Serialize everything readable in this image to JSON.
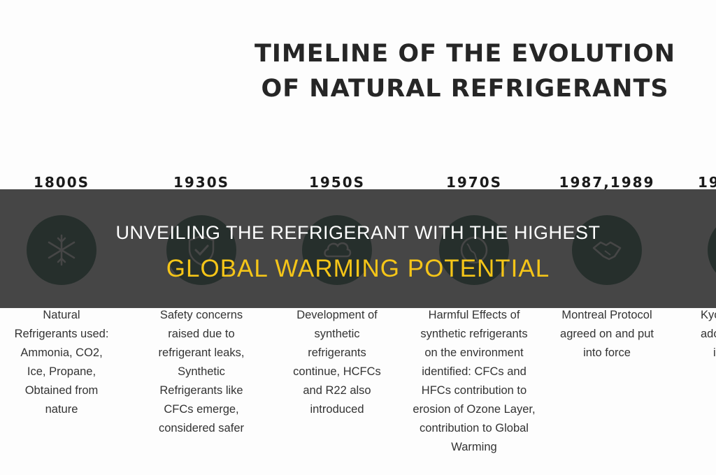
{
  "infographic": {
    "title_line1": "TIMELINE OF THE EVOLUTION",
    "title_line2": "OF NATURAL REFRIGERANTS",
    "accent_color": "#1f5e4a",
    "columns": [
      {
        "year": "1800S",
        "icon": "snowflake-icon",
        "lines": [
          "Natural",
          "Refrigerants used:",
          "Ammonia, CO2,",
          "Ice, Propane,",
          "Obtained from",
          "nature"
        ]
      },
      {
        "year": "1930S",
        "icon": "shield-check-icon",
        "lines": [
          "Safety concerns",
          "raised due to",
          "refrigerant leaks,",
          "Synthetic",
          "Refrigerants like",
          "CFCs emerge,",
          "considered safer"
        ]
      },
      {
        "year": "1950S",
        "icon": "gas-cloud-icon",
        "lines": [
          "Development of",
          "synthetic",
          "refrigerants",
          "continue, HCFCs",
          "and R22 also",
          "introduced"
        ]
      },
      {
        "year": "1970S",
        "icon": "earth-icon",
        "lines": [
          "Harmful Effects of",
          "synthetic refrigerants",
          "on the environment",
          "identified: CFCs and",
          "HFCs contribution to",
          "erosion of Ozone Layer,",
          "contribution to Global",
          "Warming"
        ]
      },
      {
        "year": "1987,1989",
        "icon": "handshake-icon",
        "lines": [
          "Montreal Protocol",
          "agreed on and put",
          "into force"
        ]
      },
      {
        "year": "19",
        "icon": "document-icon",
        "lines": [
          "Kyo",
          "ado",
          "i"
        ]
      }
    ]
  },
  "banner": {
    "line1": "UNVEILING THE REFRIGERANT WITH THE HIGHEST",
    "line2": "GLOBAL WARMING POTENTIAL",
    "line2_color": "#f5c518"
  }
}
